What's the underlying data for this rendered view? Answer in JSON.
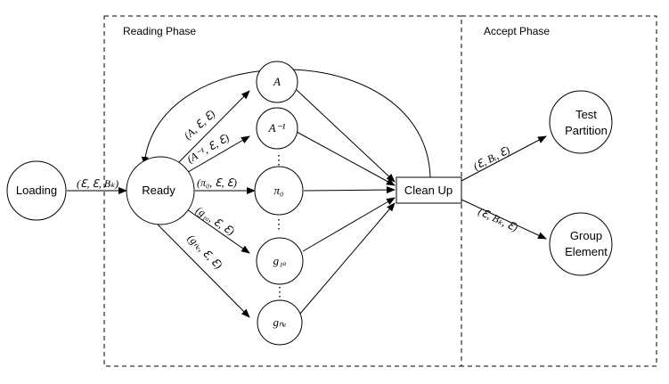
{
  "phases": {
    "reading": "Reading Phase",
    "accept": "Accept Phase"
  },
  "nodes": {
    "loading": "Loading",
    "ready": "Ready",
    "clean_up": "Clean Up",
    "test_partition": [
      "Test",
      "Partition"
    ],
    "group_element": [
      "Group",
      "Element"
    ],
    "a": "A",
    "a_inverse": "A⁻¹",
    "pi0": "π₀",
    "g1a": "g₁ₐ",
    "gne": "gₙₑ"
  },
  "edge_labels": {
    "loading_to_ready": "(ℇ, ℇ, Bₖ)",
    "ready_to_a": "(A, ℇ, ℇ)",
    "ready_to_a_inverse": "(A⁻¹, ℇ, ℇ)",
    "ready_to_pi0": "(π₀, ℇ, ℇ)",
    "ready_to_g1a": "(g₁ₐ, ℇ, ℇ)",
    "ready_to_gne": "(gₙₑ, ℇ, ℇ)",
    "cleanup_to_test_partition": "(ℇ, Bᵢ, ℇ)",
    "cleanup_to_group_element": "(ℇ, Bₖ, ℇ)"
  },
  "ellipsis": "⋮"
}
